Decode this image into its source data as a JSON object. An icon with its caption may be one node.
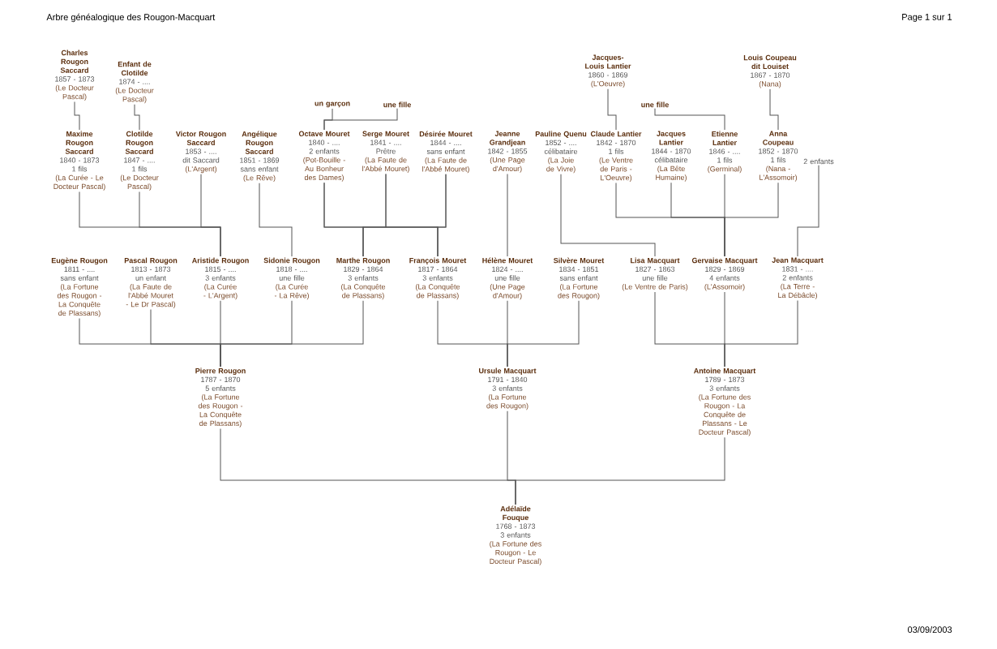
{
  "diagram": {
    "title": "Arbre généalogique des Rougon-Macquart",
    "nodes": [
      {
        "text": [
          "Charles Rougon Saccard",
          "1857 - 1873",
          "(Le Docteur Pascal)"
        ]
      },
      {
        "text": [
          "Enfant de Clotilde",
          "1874 - ....",
          "(Le Docteur Pascal)"
        ]
      },
      {
        "text": [
          "Jacques-Louis Lantier",
          "1860 - 1869",
          "(L'Oeuvre)"
        ]
      },
      {
        "text": [
          "Louis Coupeau dit Louiset",
          "1867 - 1870",
          "(Nana)"
        ]
      },
      {
        "text": [
          "un garçon"
        ]
      },
      {
        "text": [
          "une fille"
        ]
      },
      {
        "text": [
          "une fille"
        ]
      },
      {
        "text": [
          "Maxime Rougon Saccard",
          "1840 - 1873",
          "1 fils",
          "(La Curée - Le Docteur Pascal)"
        ]
      },
      {
        "text": [
          "Clotilde Rougon Saccard",
          "1847 - ....",
          "1 fils",
          "(Le Docteur Pascal)"
        ]
      },
      {
        "text": [
          "Victor Rougon Saccard",
          "1853 - ....",
          "dit Saccard",
          "(L'Argent)"
        ]
      },
      {
        "text": [
          "Angélique Rougon Saccard",
          "1851 - 1869",
          "sans enfant",
          "(Le Rêve)"
        ]
      },
      {
        "text": [
          "Octave Mouret",
          "1840 - ....",
          "2 enfants",
          "(Pot-Bouille - Au Bonheur des Dames)"
        ]
      },
      {
        "text": [
          "Serge Mouret",
          "1841 - ....",
          "Prêtre",
          "(La Faute de l'Abbé Mouret)"
        ]
      },
      {
        "text": [
          "Désirée Mouret",
          "1844 - ....",
          "sans enfant",
          "(La Faute de l'Abbé Mouret)"
        ]
      },
      {
        "text": [
          "Jeanne Grandjean",
          "1842 - 1855",
          "(Une Page d'Amour)"
        ]
      },
      {
        "text": [
          "Pauline Quenu",
          "1852 - ....",
          "célibataire",
          "(La Joie de Vivre)"
        ]
      },
      {
        "text": [
          "Claude Lantier",
          "1842 - 1870",
          "1 fils",
          "(Le Ventre de Paris - L'Oeuvre)"
        ]
      },
      {
        "text": [
          "Jacques Lantier",
          "1844 - 1870",
          "célibataire",
          "(La Bête Humaine)"
        ]
      },
      {
        "text": [
          "Etienne Lantier",
          "1846 - ....",
          "1 fils",
          "(Germinal)"
        ]
      },
      {
        "text": [
          "Anna Coupeau",
          "1852 - 1870",
          "1 fils",
          "(Nana - L'Assomoir)"
        ]
      },
      {
        "text": [
          "2 enfants"
        ]
      },
      {
        "text": [
          "Eugène Rougon",
          "1811 - ....",
          "sans enfant",
          "(La Fortune des Rougon - La Conquête de Plassans)"
        ]
      },
      {
        "text": [
          "Pascal Rougon",
          "1813 - 1873",
          "un enfant",
          "(La Faute de l'Abbé Mouret - Le Dr Pascal)"
        ]
      },
      {
        "text": [
          "Aristide Rougon",
          "1815 - ....",
          "3 enfants",
          "(La Curée - L'Argent)"
        ]
      },
      {
        "text": [
          "Sidonie Rougon",
          "1818 - ....",
          "une fille",
          "(La Curée - La Rêve)"
        ]
      },
      {
        "text": [
          "Marthe Rougon",
          "1829 - 1864",
          "3 enfants",
          "(La Conquête de Plassans)"
        ]
      },
      {
        "text": [
          "François Mouret",
          "1817 - 1864",
          "3 enfants",
          "(La Conquête de Plassans)"
        ]
      },
      {
        "text": [
          "Hélène Mouret",
          "1824 - ....",
          "une fille",
          "(Une Page d'Amour)"
        ]
      },
      {
        "text": [
          "Silvère Mouret",
          "1834 - 1851",
          "sans enfant",
          "(La Fortune des Rougon)"
        ]
      },
      {
        "text": [
          "Lisa Macquart",
          "1827 - 1863",
          "une fille",
          "(Le Ventre de Paris)"
        ]
      },
      {
        "text": [
          "Gervaise Macquart",
          "1829 - 1869",
          "4 enfants",
          "(L'Assomoir)"
        ]
      },
      {
        "text": [
          "Jean Macquart",
          "1831 - ....",
          "2 enfants",
          "(La Terre - La Débâcle)"
        ]
      },
      {
        "text": [
          "Pierre Rougon",
          "1787 - 1870",
          "5 enfants",
          "(La Fortune des Rougon - La Conquête de Plassans)"
        ]
      },
      {
        "text": [
          "Ursule Macquart",
          "1791 - 1840",
          "3 enfants",
          "(La Fortune des Rougon)"
        ]
      },
      {
        "text": [
          "Antoine Macquart",
          "1789 - 1873",
          "3 enfants",
          "(La Fortune des Rougon - La Conquête de Plassans - Le Docteur Pascal)"
        ]
      },
      {
        "text": [
          "Adélaïde Fouque",
          "1768 - 1873",
          "3 enfants",
          "(La Fortune des Rougon - Le Docteur Pascal)"
        ]
      }
    ],
    "edges": [
      {
        "from": 35,
        "to": 32,
        "arrow": "none"
      },
      {
        "from": 35,
        "to": 33,
        "arrow": "none"
      },
      {
        "from": 35,
        "to": 34,
        "arrow": "none"
      },
      {
        "from": 32,
        "to": 21,
        "arrow": "none"
      },
      {
        "from": 32,
        "to": 22,
        "arrow": "none"
      },
      {
        "from": 32,
        "to": 23,
        "arrow": "none"
      },
      {
        "from": 32,
        "to": 24,
        "arrow": "none"
      },
      {
        "from": 32,
        "to": 25,
        "arrow": "none"
      },
      {
        "from": 33,
        "to": 26,
        "arrow": "none"
      },
      {
        "from": 33,
        "to": 27,
        "arrow": "none"
      },
      {
        "from": 33,
        "to": 28,
        "arrow": "none"
      },
      {
        "from": 34,
        "to": 29,
        "arrow": "none"
      },
      {
        "from": 34,
        "to": 30,
        "arrow": "none"
      },
      {
        "from": 34,
        "to": 31,
        "arrow": "none"
      },
      {
        "from": 23,
        "to": 7,
        "arrow": "none"
      },
      {
        "from": 23,
        "to": 8,
        "arrow": "none"
      },
      {
        "from": 23,
        "to": 9,
        "arrow": "none"
      },
      {
        "from": 24,
        "to": 10,
        "arrow": "none"
      },
      {
        "from": 25,
        "to": 11,
        "arrow": "none"
      },
      {
        "from": 25,
        "to": 12,
        "arrow": "none"
      },
      {
        "from": 25,
        "to": 13,
        "arrow": "none"
      },
      {
        "from": 26,
        "to": 11,
        "arrow": "none"
      },
      {
        "from": 26,
        "to": 12,
        "arrow": "none"
      },
      {
        "from": 26,
        "to": 13,
        "arrow": "none"
      },
      {
        "from": 27,
        "to": 14,
        "arrow": "none"
      },
      {
        "from": 29,
        "to": 15,
        "arrow": "none"
      },
      {
        "from": 30,
        "to": 16,
        "arrow": "none"
      },
      {
        "from": 30,
        "to": 17,
        "arrow": "none"
      },
      {
        "from": 30,
        "to": 18,
        "arrow": "none"
      },
      {
        "from": 30,
        "to": 19,
        "arrow": "none"
      },
      {
        "from": 31,
        "to": 20,
        "arrow": "none"
      },
      {
        "from": 7,
        "to": 0,
        "arrow": "none"
      },
      {
        "from": 8,
        "to": 1,
        "arrow": "none"
      },
      {
        "from": 11,
        "to": 4,
        "arrow": "none"
      },
      {
        "from": 11,
        "to": 5,
        "arrow": "none"
      },
      {
        "from": 16,
        "to": 2,
        "arrow": "none"
      },
      {
        "from": 18,
        "to": 6,
        "arrow": "none"
      },
      {
        "from": 19,
        "to": 3,
        "arrow": "none"
      }
    ],
    "labels": [
      "Page 1 sur 1",
      "03/09/2003"
    ]
  }
}
